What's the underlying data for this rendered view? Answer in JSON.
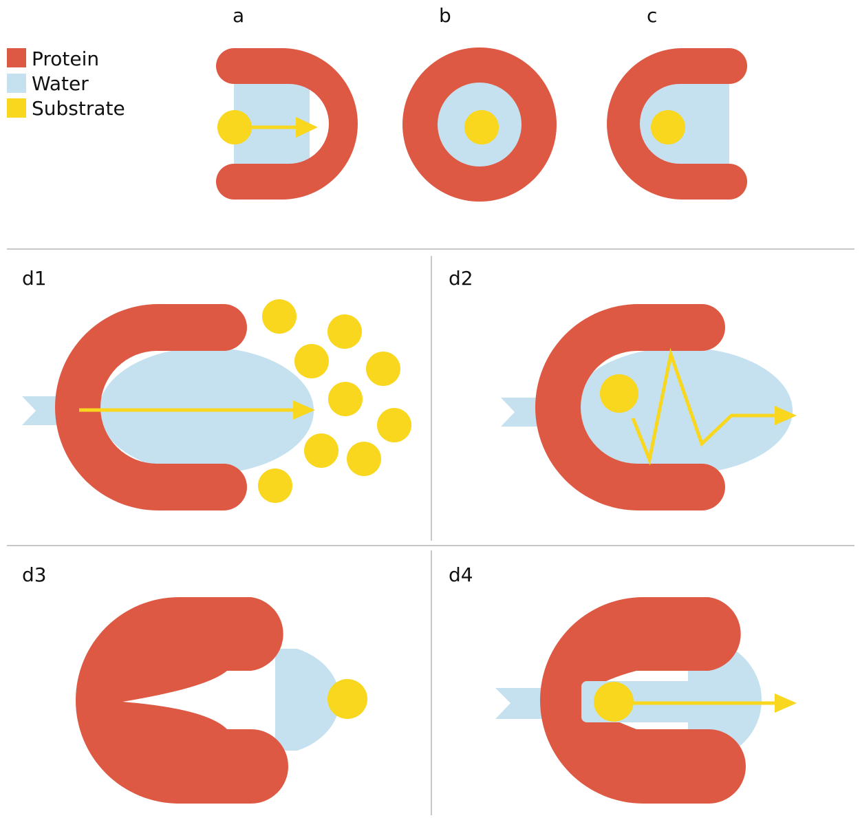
{
  "legend": {
    "items": [
      {
        "label": "Protein",
        "color": "#DE5943"
      },
      {
        "label": "Water",
        "color": "#C5E1EF"
      },
      {
        "label": "Substrate",
        "color": "#F8D71E"
      }
    ]
  },
  "panels": {
    "a": "a",
    "b": "b",
    "c": "c",
    "d1": "d1",
    "d2": "d2",
    "d3": "d3",
    "d4": "d4"
  },
  "colors": {
    "protein": "#DE5943",
    "water": "#C5E1EF",
    "substrate": "#F8D71E",
    "divider": "#C8C8C8"
  }
}
